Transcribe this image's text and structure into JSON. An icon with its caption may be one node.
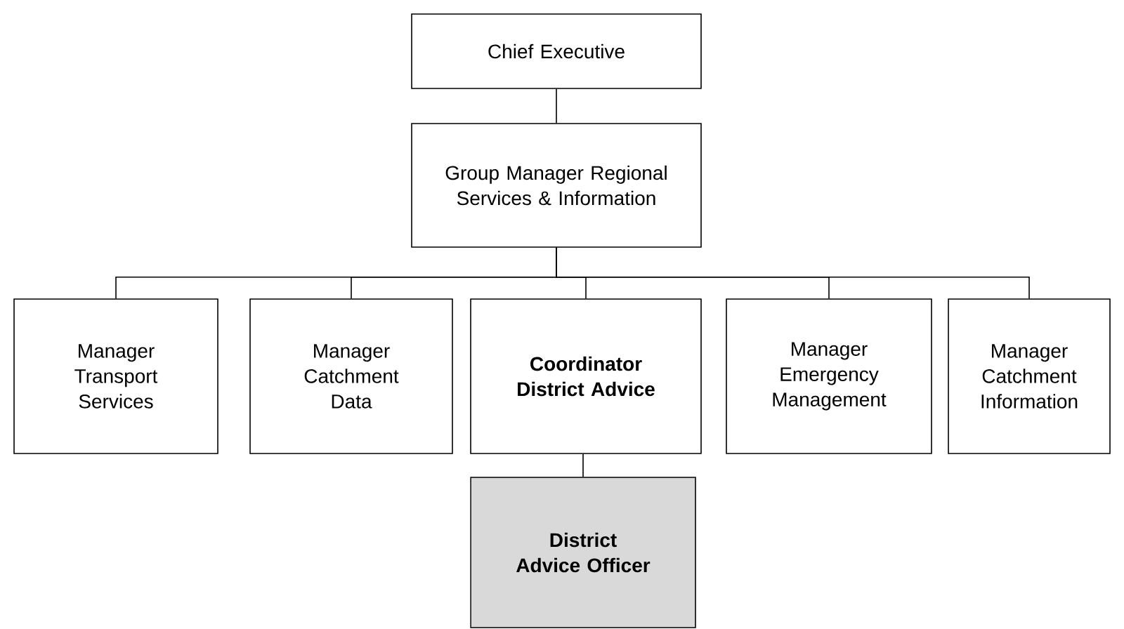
{
  "diagram": {
    "nodes": [
      {
        "text": [
          "Chief Executive"
        ]
      },
      {
        "text": [
          "Group Manager Regional Services & Information"
        ]
      },
      {
        "text": [
          "Manager Transport Services"
        ]
      },
      {
        "text": [
          "Manager Catchment Data"
        ]
      },
      {
        "text": [
          "Coordinator District Advice"
        ]
      },
      {
        "text": [
          "Manager Emergency Management"
        ]
      },
      {
        "text": [
          "Manager Catchment Information"
        ]
      },
      {
        "text": [
          "District Advice Officer"
        ]
      }
    ],
    "edges": [
      {
        "from": 0,
        "to": 1,
        "arrow": "none"
      },
      {
        "from": 1,
        "to": 2,
        "arrow": "none"
      },
      {
        "from": 1,
        "to": 3,
        "arrow": "none"
      },
      {
        "from": 1,
        "to": 4,
        "arrow": "none"
      },
      {
        "from": 1,
        "to": 5,
        "arrow": "none"
      },
      {
        "from": 1,
        "to": 6,
        "arrow": "none"
      },
      {
        "from": 4,
        "to": 7,
        "arrow": "none"
      }
    ]
  }
}
